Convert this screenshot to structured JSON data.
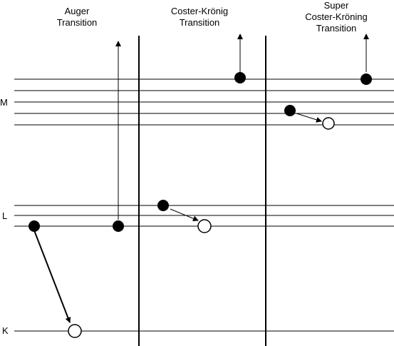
{
  "panels": [
    {
      "title_lines": [
        "Auger",
        "Transition"
      ]
    },
    {
      "title_lines": [
        "Coster-Krönig",
        "Transition"
      ]
    },
    {
      "title_lines": [
        "Super",
        "Coster-Kröning",
        "Transition"
      ]
    }
  ],
  "shells": {
    "m": "M",
    "l": "L",
    "k": "K"
  },
  "colors": {
    "line": "#000000",
    "filled": "#000000",
    "empty": "#ffffff"
  }
}
